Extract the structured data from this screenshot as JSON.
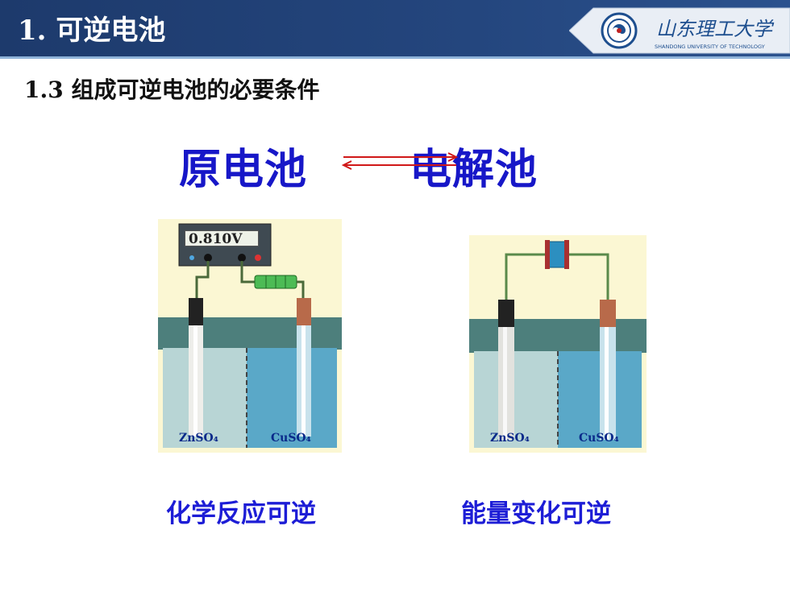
{
  "header": {
    "title": "1. 可逆电池",
    "logo_name": "山东理工大学",
    "logo_subtitle": "SHANDONG UNIVERSITY OF TECHNOLOGY"
  },
  "subtitle": "1.3 组成可逆电池的必要条件",
  "relation": {
    "left": "原电池",
    "right": "电解池"
  },
  "diagrams": {
    "galvanic": {
      "meter_reading": "0.810V",
      "left_solution": "ZnSO₄",
      "right_solution": "CuSO₄"
    },
    "electrolytic": {
      "left_solution": "ZnSO₄",
      "right_solution": "CuSO₄"
    }
  },
  "captions": {
    "left": "化学反应可逆",
    "right": "能量变化可逆"
  },
  "colors": {
    "header_bg": "#1d3a6c",
    "emphasis_text": "#1717c8",
    "arrow": "#d01818"
  }
}
